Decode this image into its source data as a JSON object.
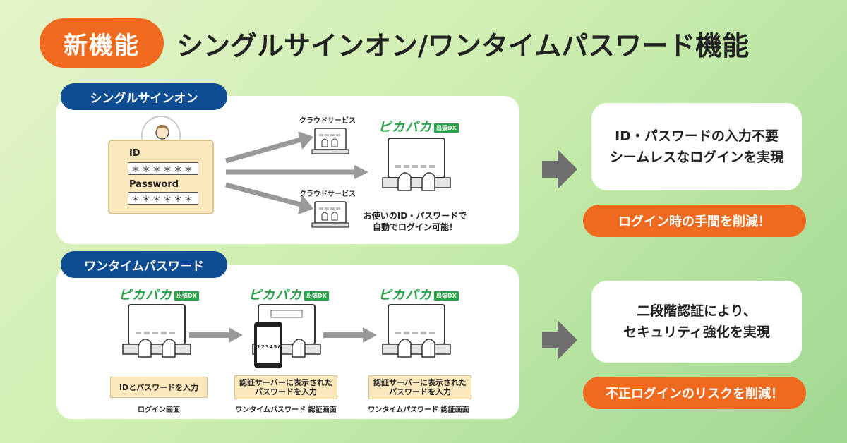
{
  "header": {
    "badge": "新機能",
    "title": "シングルサインオン/ワンタイムパスワード機能"
  },
  "sso": {
    "tab": "シングルサインオン",
    "id_label": "ID",
    "id_value": "＊＊＊＊＊＊",
    "password_label": "Password",
    "password_value": "＊＊＊＊＊＊",
    "cloud_top": "クラウドサービス",
    "cloud_bottom": "クラウドサービス",
    "brand": "ピカパカ",
    "brand_sub": "出張DX",
    "auto_login_line1": "お使いのID・パスワードで",
    "auto_login_line2": "自動でログイン可能！"
  },
  "otp": {
    "tab": "ワンタイムパスワード",
    "brand": "ピカパカ",
    "brand_sub": "出張DX",
    "phone_code": "123456",
    "step1_box": "IDとパスワードを入力",
    "step1_caption": "ログイン画面",
    "step2_box_line1": "認証サーバーに表示された",
    "step2_box_line2": "パスワードを入力",
    "step2_caption": "ワンタイムパスワード 認証画面",
    "step3_box_line1": "認証サーバーに表示された",
    "step3_box_line2": "パスワードを入力",
    "step3_caption": "ワンタイムパスワード 認証画面"
  },
  "results": {
    "sso_line1": "ID・パスワードの入力不要",
    "sso_line2": "シームレスなログインを実現",
    "sso_benefit": "ログイン時の手間を削減！",
    "otp_line1": "二段階認証により、",
    "otp_line2": "セキュリティ強化を実現",
    "otp_benefit": "不正ログインのリスクを削減！"
  },
  "colors": {
    "orange": "#ef6a1e",
    "navy": "#0e4d92",
    "brand_green": "#2aa24a",
    "box_yellow": "#fbe9bd"
  }
}
